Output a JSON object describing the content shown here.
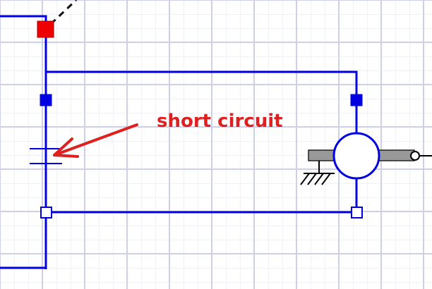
{
  "annotation": {
    "text": "short circuit"
  },
  "colors": {
    "wire": "#0000e0",
    "connector_filled": "#0000e0",
    "connector_open": "#ffffff",
    "highlighted_connector": "#ee0000",
    "annotation": "#dd2020",
    "grid_minor": "#e2e4f2",
    "grid_major": "#cdd0e8",
    "background": "#ffffff",
    "shaft": "#999999",
    "ground": "#000000"
  },
  "components": [
    {
      "id": "capacitor",
      "type": "capacitor",
      "state": "shorted"
    },
    {
      "id": "motor",
      "type": "rotational-machine",
      "grounded": true
    },
    {
      "id": "highlighted-connector",
      "type": "connector",
      "state": "selected"
    }
  ]
}
